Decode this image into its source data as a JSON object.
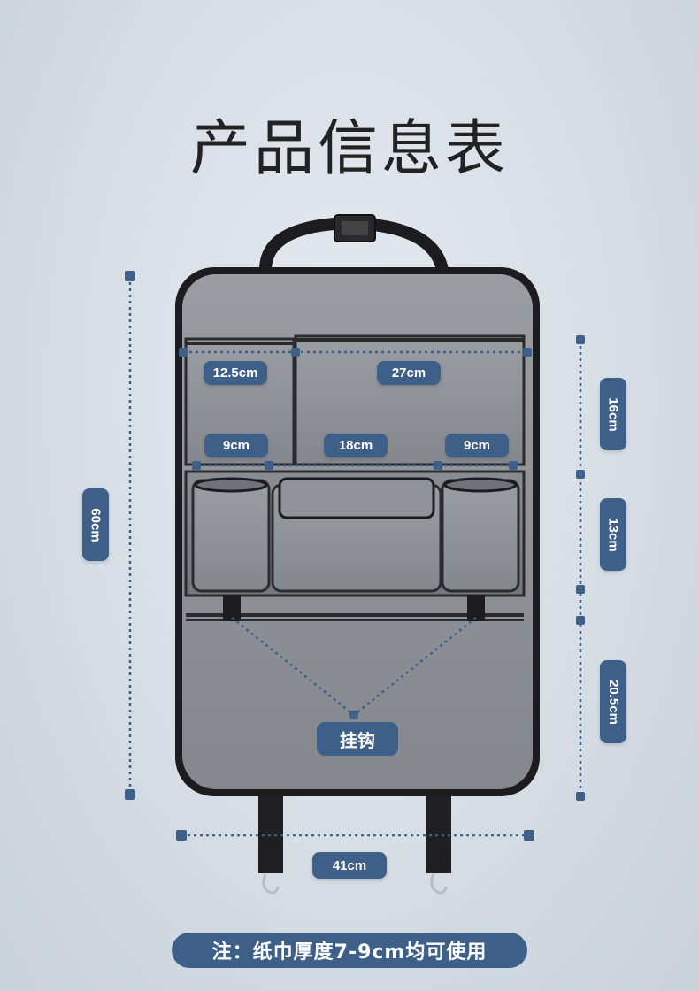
{
  "title": "产品信息表",
  "dimensions": {
    "height_total": "60cm",
    "width_total": "41cm",
    "top_left_pocket": "12.5cm",
    "top_right_pocket": "27cm",
    "mid_left": "9cm",
    "mid_center": "18cm",
    "mid_right": "9cm",
    "right_top": "16cm",
    "right_mid": "13cm",
    "right_bottom": "20.5cm"
  },
  "hook_label": "挂钩",
  "note": "注：纸巾厚度7-9cm均可使用",
  "colors": {
    "accent": "#3d5f88",
    "felt": "#8e9197",
    "trim": "#1c1c1e",
    "background": "#d9dfe6"
  }
}
